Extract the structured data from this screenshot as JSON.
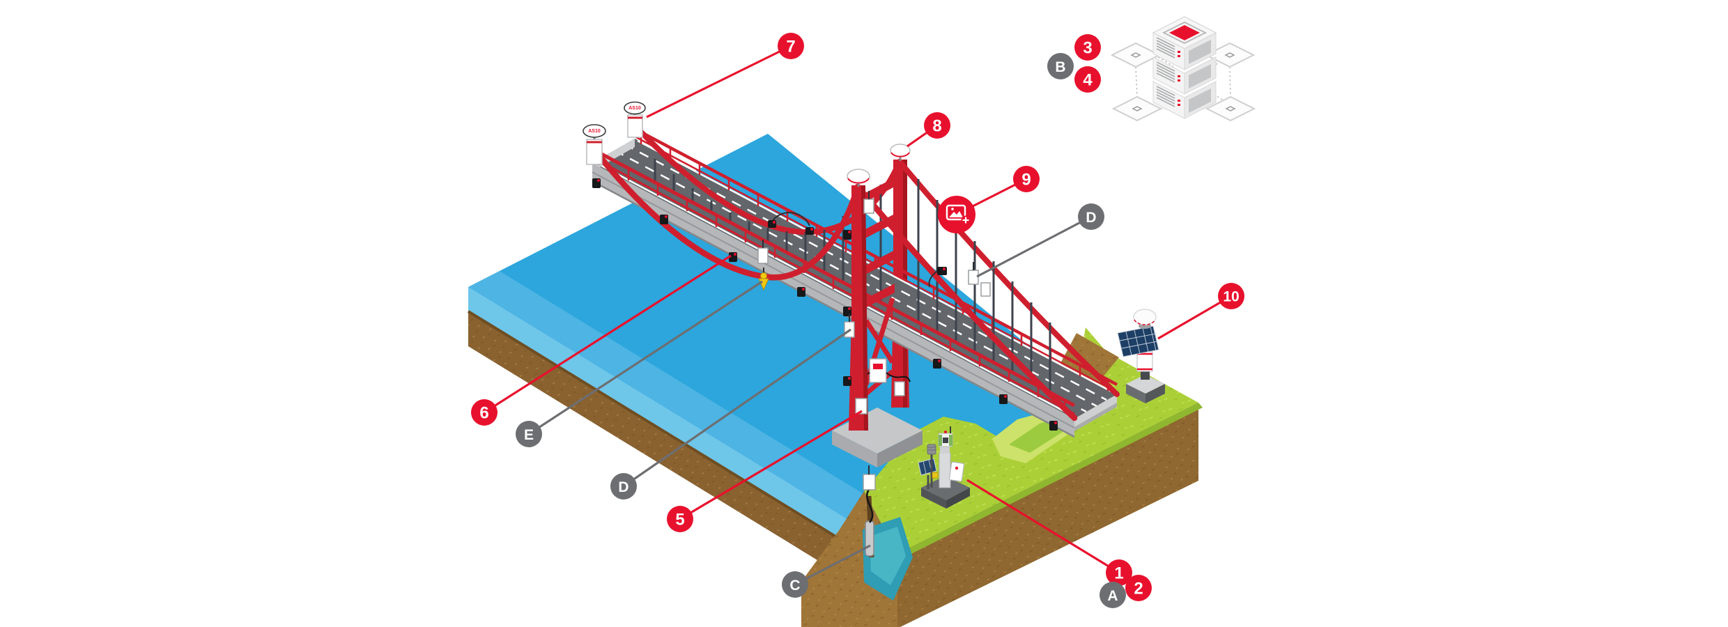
{
  "markers": {
    "m1": {
      "label": "1",
      "style": "red"
    },
    "m2": {
      "label": "2",
      "style": "red"
    },
    "m3": {
      "label": "3",
      "style": "red"
    },
    "m4": {
      "label": "4",
      "style": "red"
    },
    "m5": {
      "label": "5",
      "style": "red"
    },
    "m6": {
      "label": "6",
      "style": "red"
    },
    "m7": {
      "label": "7",
      "style": "red"
    },
    "m8": {
      "label": "8",
      "style": "red"
    },
    "m9": {
      "label": "9",
      "style": "red"
    },
    "m10": {
      "label": "10",
      "style": "red"
    },
    "a": {
      "label": "A",
      "style": "gray"
    },
    "b": {
      "label": "B",
      "style": "gray"
    },
    "c": {
      "label": "C",
      "style": "gray"
    },
    "d1": {
      "label": "D",
      "style": "gray"
    },
    "d2": {
      "label": "D",
      "style": "gray"
    },
    "e": {
      "label": "E",
      "style": "gray"
    }
  },
  "labels": {
    "antenna_disc": "AS10"
  },
  "colors": {
    "marker_red": "#e8112d",
    "marker_gray": "#6d6e71",
    "bridge_red": "#cf1f2e",
    "bridge_red_dark": "#a5161f",
    "water": "#2ca6dc",
    "water_band": "#4db4e4",
    "water_side": "#6ec6e9",
    "soil": "#a07538",
    "soil_dark": "#8f6730",
    "grass": "#abd037",
    "gully_green": "#cde26a",
    "groundwater_teal": "#2f9db3",
    "road_gray": "#63666b",
    "fascia_gray": "#b5b7b9",
    "suspender_dark": "#3c424d",
    "background": "#ffffff"
  },
  "icons": {
    "camera_marker": "add-image-icon",
    "server_stack": "server-stack-icon",
    "network_pads": "network-node-pad-icon",
    "gnss_dome": "gnss-antenna-dome-icon",
    "antenna_disc": "gnss-antenna-disc-icon",
    "tiltmeter": "tilt-sensor-icon",
    "wireless_node": "wireless-sensor-node-icon",
    "cable_clamp": "cable-accelerometer-icon",
    "prism": "monitoring-prism-icon",
    "total_station": "robotic-total-station-icon",
    "gnss_station": "gnss-reference-station-icon",
    "piezometer": "borehole-piezometer-icon",
    "solar_panel": "solar-panel-icon",
    "weather_sensor": "meteo-sensor-icon"
  }
}
